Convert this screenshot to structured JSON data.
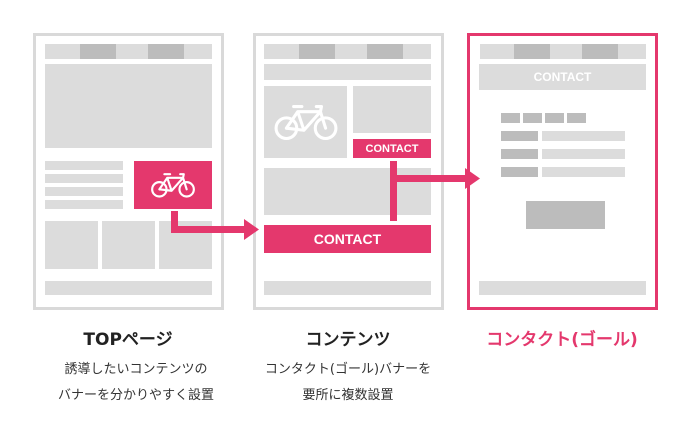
{
  "colors": {
    "accent": "#e4386d",
    "light_gray": "#dcdcdc",
    "dark_gray": "#bcbcbc"
  },
  "top_page": {
    "title": "TOPページ",
    "desc_line1": "誘導したいコンテンツの",
    "desc_line2": "バナーを分かりやすく設置",
    "banner_icon": "bicycle-icon"
  },
  "contents_page": {
    "title": "コンテンツ",
    "desc_line1": "コンタクト(ゴール)バナーを",
    "desc_line2": "要所に複数設置",
    "small_banner": "CONTACT",
    "large_banner": "CONTACT",
    "image_icon": "bicycle-icon"
  },
  "contact_page": {
    "title": "コンタクト(ゴール)",
    "header_banner": "CONTACT"
  }
}
